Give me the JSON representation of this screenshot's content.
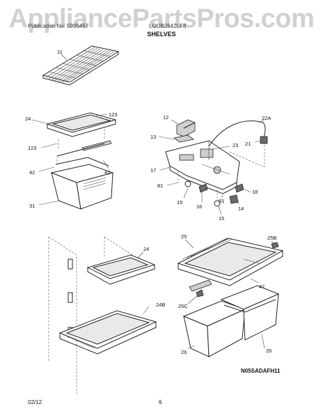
{
  "watermark": "AppliancePartsPros.com",
  "header": {
    "publication": "Publication No: 5995467",
    "model": "LGUB2642LF8",
    "section_title": "SHELVES"
  },
  "footer": {
    "date": "02/12",
    "page": "6"
  },
  "diagram_code": "N05SADAFH11",
  "callouts": {
    "c11": "11",
    "c24a": "24",
    "c123a": "123",
    "c123b": "123",
    "c42a": "42",
    "c42b": "42",
    "c31": "31",
    "c12": "12",
    "c13": "13",
    "c22a": "22A",
    "c23": "23",
    "c21": "21",
    "c17": "17",
    "c81a": "81",
    "c81b": "81",
    "c15a": "15",
    "c15b": "15",
    "c16": "16",
    "c14": "14",
    "c18": "18",
    "c24b": "24",
    "c24bb": "24B",
    "c25": "25",
    "c25b": "25B",
    "c47": "47",
    "c25c": "25C",
    "c26a": "26",
    "c26b": "26"
  }
}
